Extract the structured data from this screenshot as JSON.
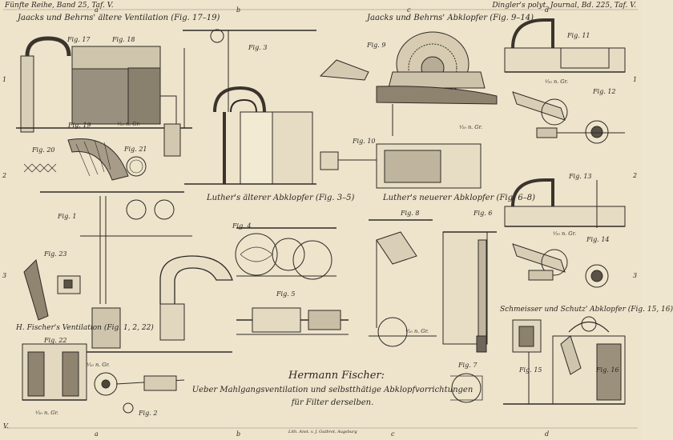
{
  "header": {
    "left": "Fünfte Reihe, Band 25, Taf. V.",
    "right": "Dingler's polyt. Journal, Bd. 225, Taf. V."
  },
  "titles": {
    "jaacks_aeltere": "Jaacks und Behrns' ältere Ventilation (Fig. 17–19)",
    "jaacks_abklopfer": "Jaacks und Behrns' Abklopfer (Fig. 9–14)",
    "luther_aelterer": "Luther's älterer Abklopfer (Fig. 3–5)",
    "luther_neuerer": "Luther's neuerer Abklopfer (Fig. 6–8)",
    "fischer_ventilation": "H. Fischer's Ventilation (Fig. 1, 2, 22)",
    "schmeisser": "Schmeisser und Schutz' Abklopfer (Fig. 15, 16)"
  },
  "figures": {
    "f1": "Fig. 1",
    "f2": "Fig. 2",
    "f3": "Fig. 3",
    "f4": "Fig. 4",
    "f5": "Fig. 5",
    "f6": "Fig. 6",
    "f7": "Fig. 7",
    "f8": "Fig. 8",
    "f9": "Fig. 9",
    "f10": "Fig. 10",
    "f11": "Fig. 11",
    "f12": "Fig. 12",
    "f13": "Fig. 13",
    "f14": "Fig. 14",
    "f15": "Fig. 15",
    "f16": "Fig. 16",
    "f17": "Fig. 17",
    "f18": "Fig. 18",
    "f19": "Fig. 19",
    "f20": "Fig. 20",
    "f21": "Fig. 21",
    "f22": "Fig. 22",
    "f23": "Fig. 23"
  },
  "scale_label": "¹⁄₁₀ n. Gr.",
  "caption": {
    "author": "Hermann Fischer:",
    "line1": "Ueber Mahlgangsventilation und selbstthätige Abklopfvorrichtungen",
    "line2": "für Filter derselben."
  },
  "imprint": "Lith. Anst. v. J. Gutbrot, Augsburg",
  "margin_marks": {
    "top": [
      "a",
      "b",
      "c",
      "d"
    ],
    "bottom": [
      "a",
      "b",
      "c",
      "d"
    ],
    "left": [
      "1",
      "2",
      "3"
    ],
    "right": [
      "1",
      "2",
      "3"
    ],
    "corner_left": "V."
  }
}
